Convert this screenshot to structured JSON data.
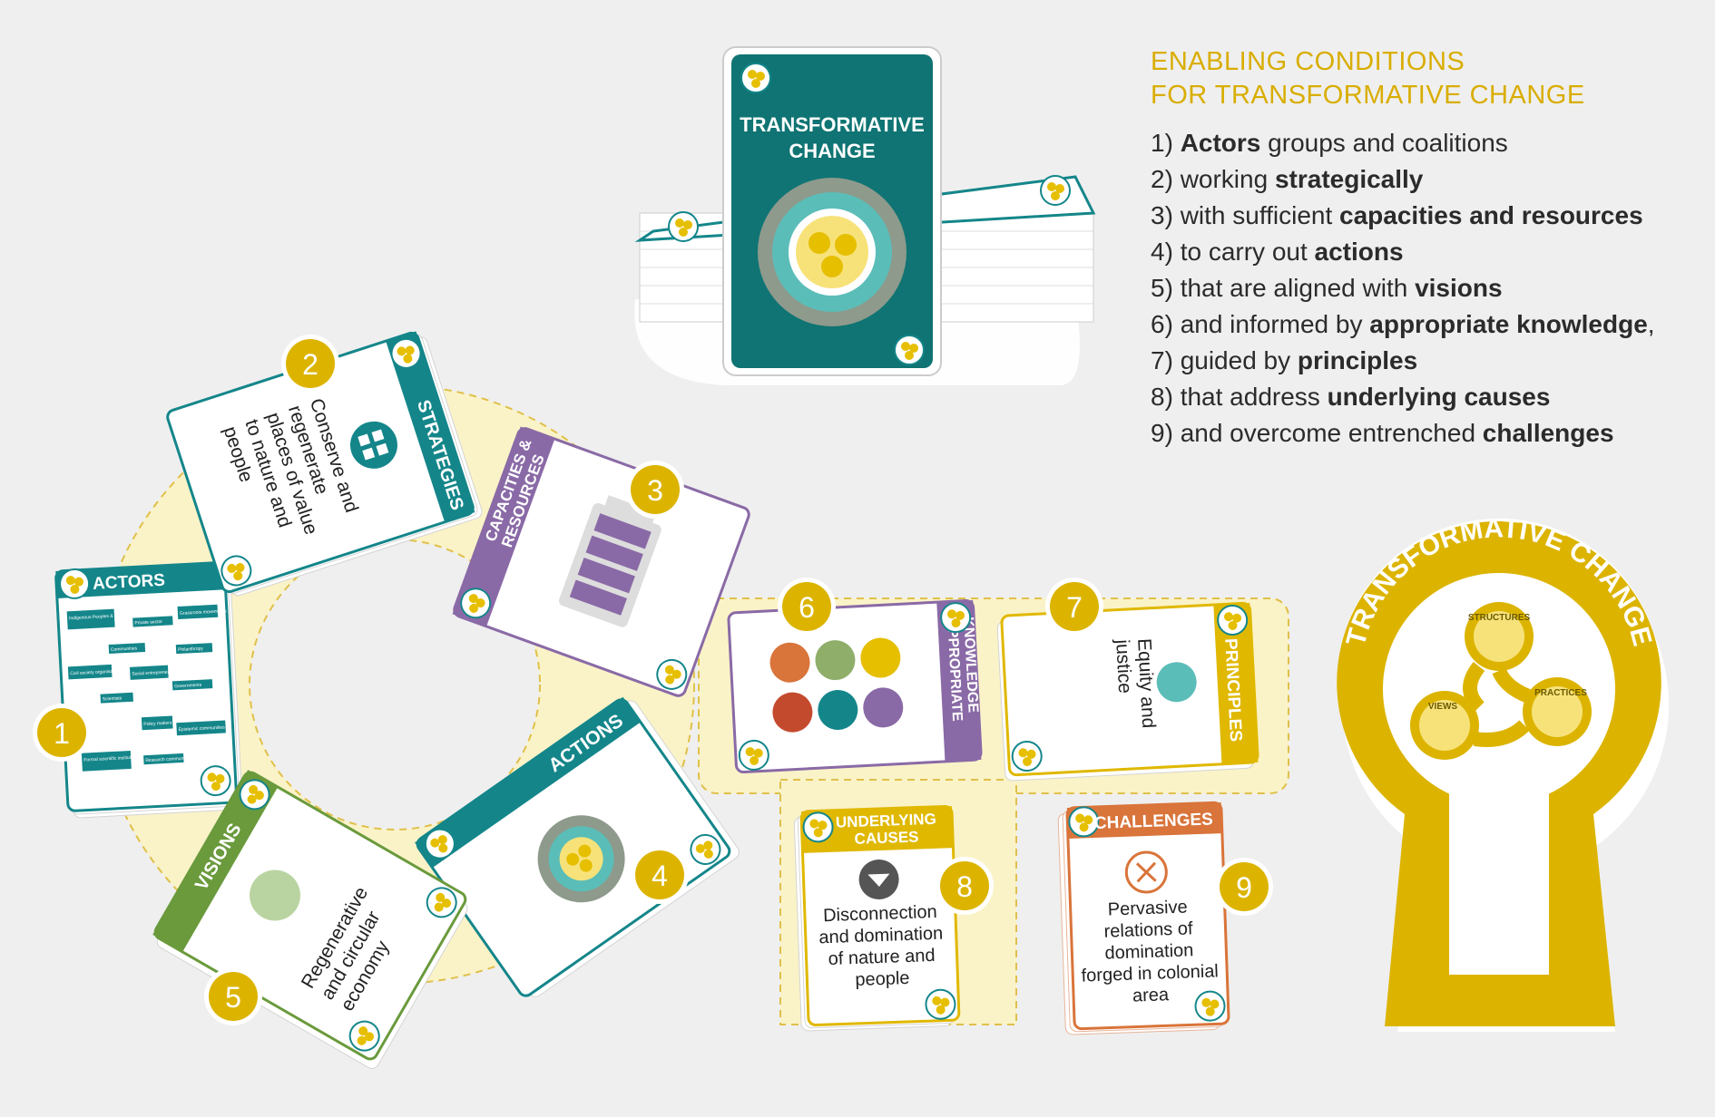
{
  "legend": {
    "title_line1": "ENABLING CONDITIONS",
    "title_line2": "FOR TRANSFORMATIVE CHANGE",
    "items": [
      {
        "num": "1)",
        "pre": "",
        "bold": "Actors",
        "post": " groups and coalitions"
      },
      {
        "num": "2)",
        "pre": "working ",
        "bold": "strategically",
        "post": ""
      },
      {
        "num": "3)",
        "pre": "with sufficient ",
        "bold": "capacities and resources",
        "post": ""
      },
      {
        "num": "4)",
        "pre": "to carry out ",
        "bold": "actions",
        "post": ""
      },
      {
        "num": "5)",
        "pre": "that are aligned with ",
        "bold": "visions",
        "post": ""
      },
      {
        "num": "6)",
        "pre": "and informed by ",
        "bold": "appropriate knowledge",
        "post": ","
      },
      {
        "num": "7)",
        "pre": "guided by ",
        "bold": "principles",
        "post": ""
      },
      {
        "num": "8)",
        "pre": "that address ",
        "bold": "underlying causes",
        "post": ""
      },
      {
        "num": "9)",
        "pre": "and overcome entrenched ",
        "bold": "challenges",
        "post": ""
      }
    ]
  },
  "deck": {
    "title_line1": "TRANSFORMATIVE",
    "title_line2": "CHANGE"
  },
  "cards": {
    "actors": {
      "number": "1",
      "label": "ACTORS",
      "tags": [
        "Indigenous Peoples & Local Communities",
        "Private sector",
        "Grassroots movements",
        "Communities",
        "Civil society organisations",
        "Social entrepreneurs",
        "Philanthropy",
        "Scientists",
        "Governments",
        "Policy makers",
        "Epistemic communities",
        "Formal scientific institutions",
        "Research communities"
      ]
    },
    "strategies": {
      "number": "2",
      "label": "STRATEGIES",
      "body": [
        "Conserve and",
        "regenerate",
        "places of value",
        "to nature and",
        "people"
      ]
    },
    "capacities": {
      "number": "3",
      "label_line1": "CAPACITIES &",
      "label_line2": "RESOURCES"
    },
    "actions": {
      "number": "4",
      "label": "ACTIONS"
    },
    "visions": {
      "number": "5",
      "label": "VISIONS",
      "body": [
        "Regenerative",
        "and circular",
        "economy"
      ]
    },
    "knowledge": {
      "number": "6",
      "label_line1": "APPROPRIATE",
      "label_line2": "KNOWLEDGE"
    },
    "principles": {
      "number": "7",
      "label": "PRINCIPLES",
      "body": [
        "Equity and",
        "justice"
      ]
    },
    "causes": {
      "number": "8",
      "label_line1": "UNDERLYING",
      "label_line2": "CAUSES",
      "body": [
        "Disconnection",
        "and domination",
        "of nature and",
        "people"
      ]
    },
    "challenges": {
      "number": "9",
      "label": "CHALLENGES",
      "body": [
        "Pervasive",
        "relations of",
        "domination",
        "forged in colonial",
        "area"
      ]
    }
  },
  "keyhole": {
    "title": "TRANSFORMATIVE CHANGE",
    "labels": [
      "STRUCTURES",
      "PRACTICES",
      "VIEWS"
    ]
  },
  "colors": {
    "teal": "#14868a",
    "teal_dark": "#0f6e70",
    "gold": "#d9ad00",
    "purple": "#8a6aa6",
    "green": "#6a9a3c",
    "orange": "#d9743a",
    "yellow_band": "#faf3c8"
  }
}
